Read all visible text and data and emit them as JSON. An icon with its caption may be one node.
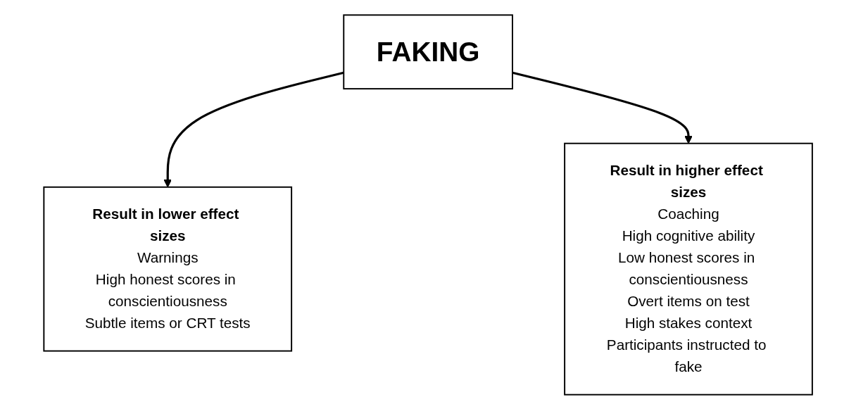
{
  "diagram": {
    "nodes": [
      {
        "text": [
          "Result in lower effect sizes",
          "Warnings",
          "High honest scores in conscientiousness",
          "Subtle items or CRT tests"
        ]
      },
      {
        "text": [
          "FAKING"
        ]
      },
      {
        "text": [
          "Result in higher effect sizes",
          "Coaching",
          "High cognitive ability",
          "Low honest scores in conscientiousness",
          "Overt items on test",
          "High stakes context",
          "Participants instructed to fake"
        ]
      }
    ],
    "edges": [
      {
        "from": 1,
        "to": 0,
        "arrow": "to"
      },
      {
        "from": 1,
        "to": 2,
        "arrow": "to"
      }
    ]
  }
}
